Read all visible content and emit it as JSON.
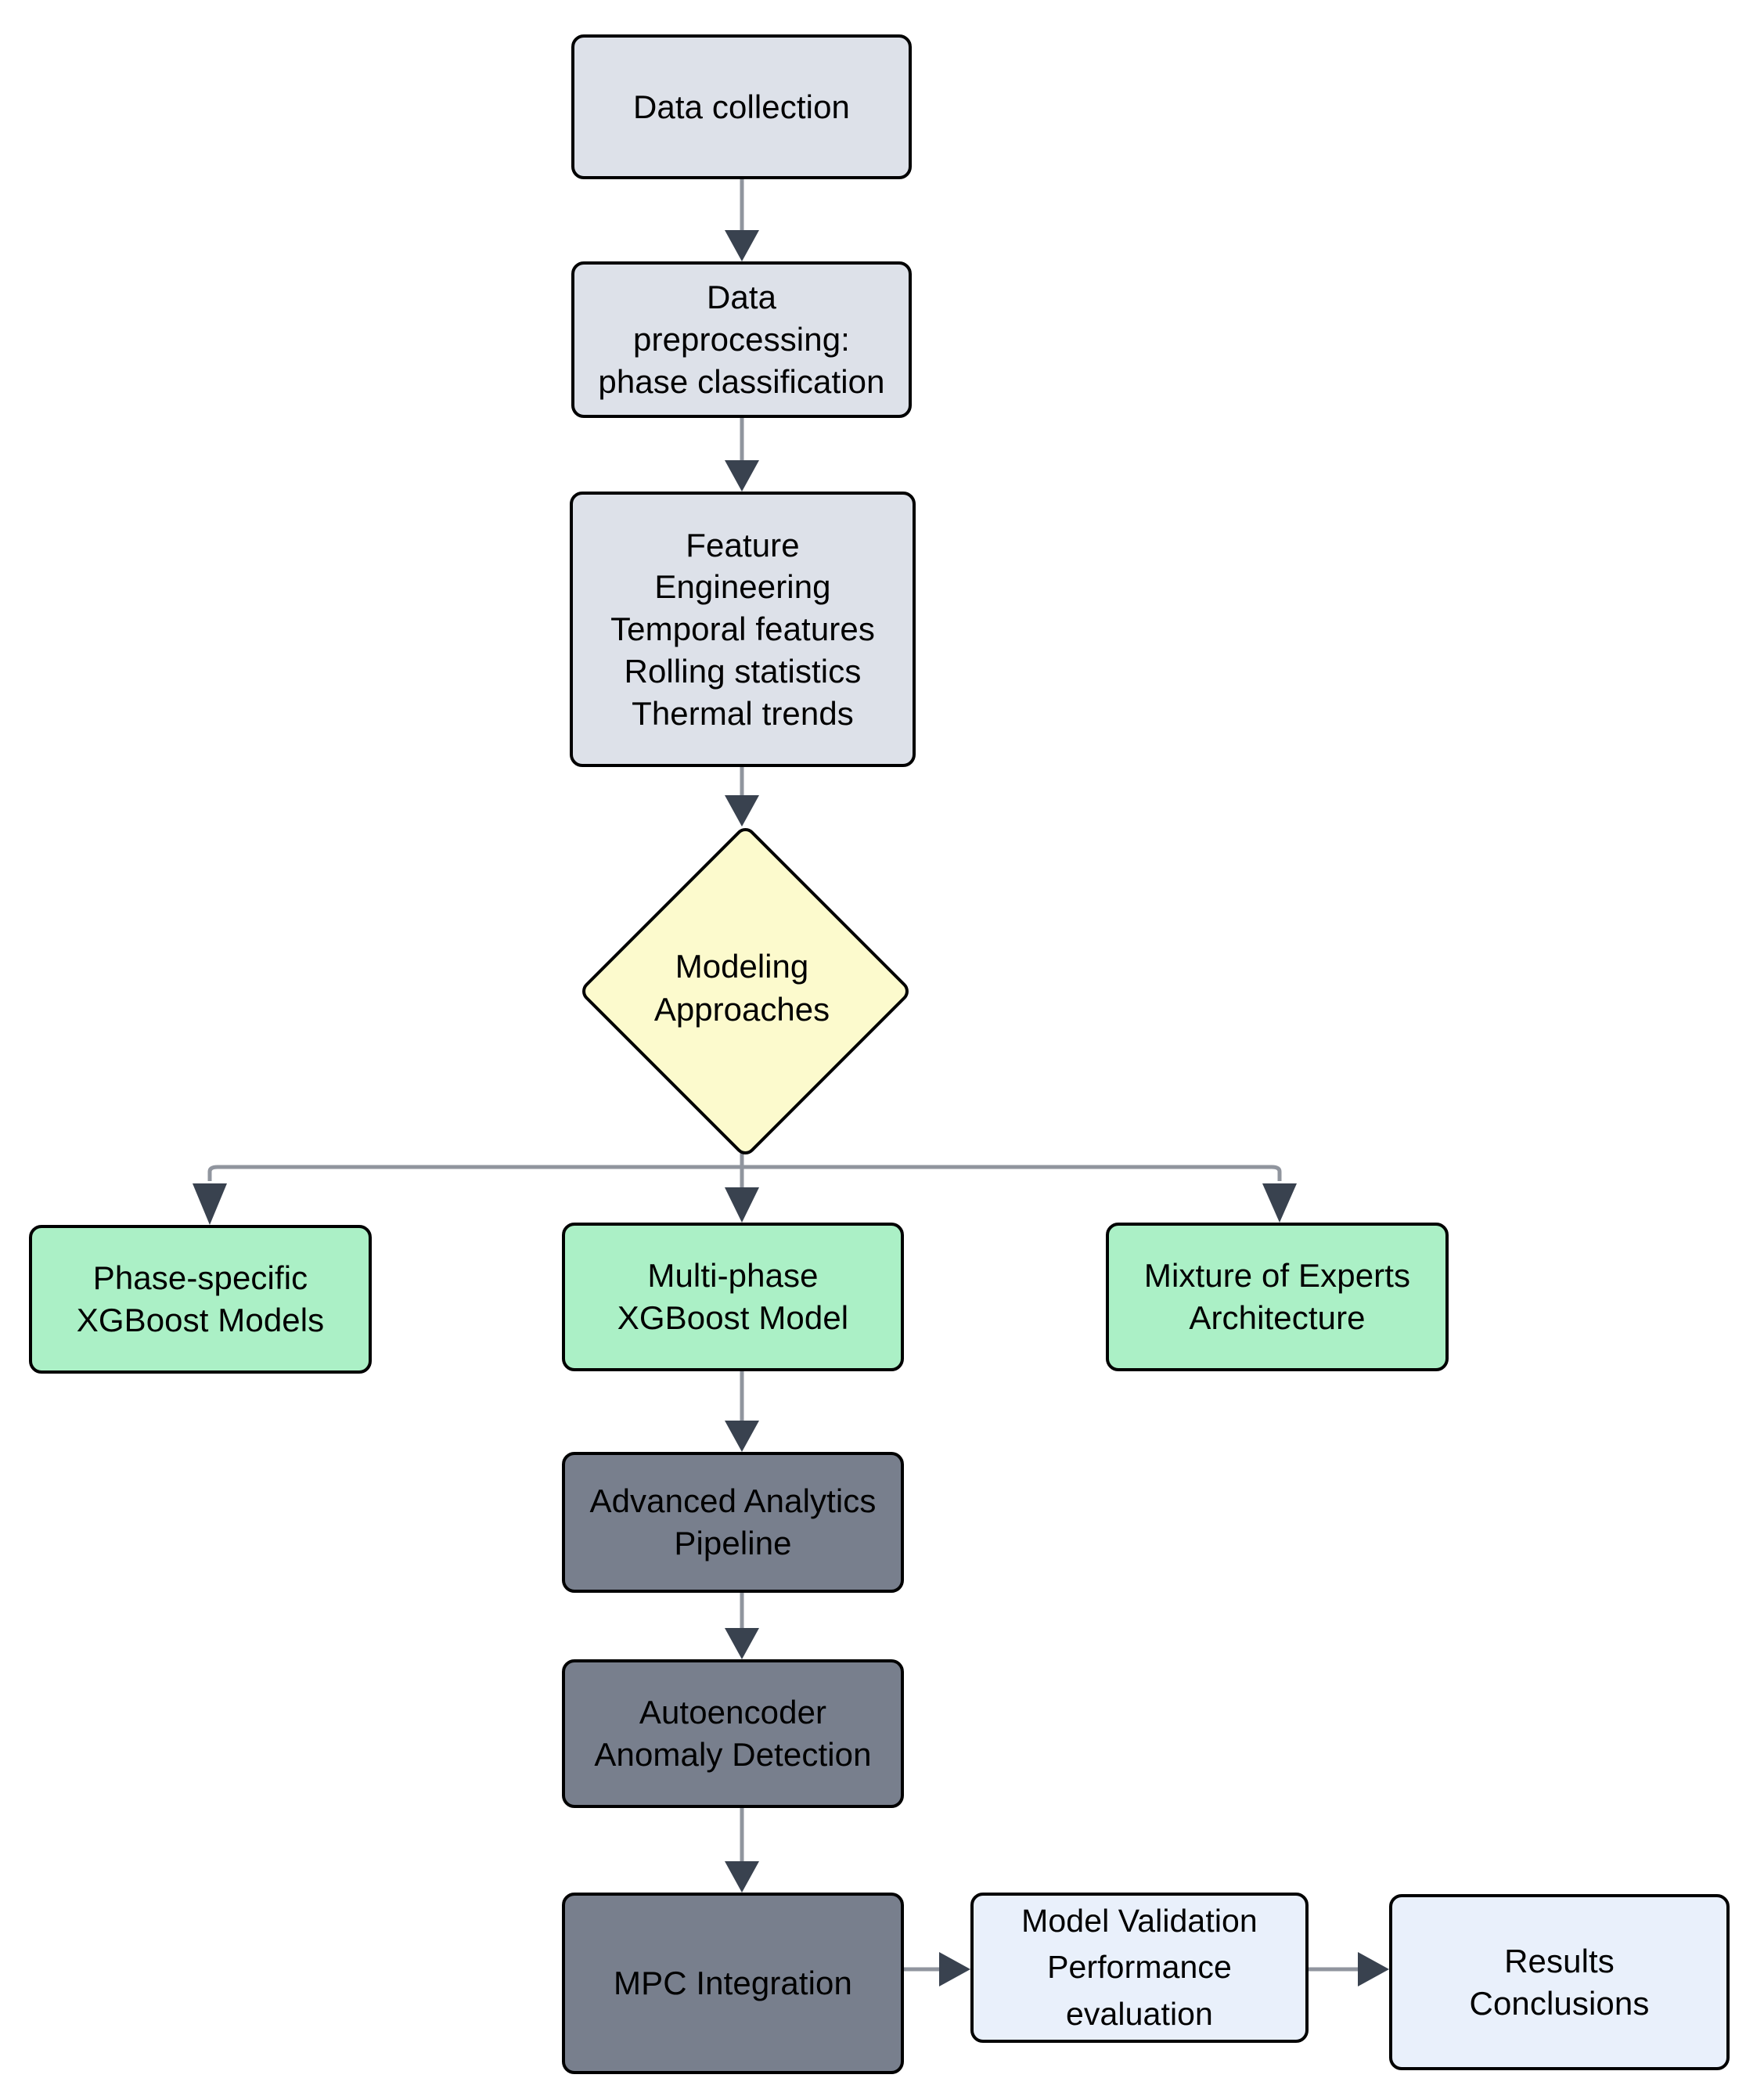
{
  "diagram": {
    "title": "Modeling pipeline flowchart",
    "colors": {
      "grayblue_fill": "#dde1e9",
      "green_fill": "#abf0c6",
      "darkgray_fill": "#787f8d",
      "lightblue_fill": "#e9f0fb",
      "yellow_fill": "#fcfacd",
      "node_border": "#000000",
      "edge_stroke": "#90959e",
      "arrow_fill": "#39424f",
      "background": "#ffffff"
    },
    "nodes": {
      "data_collection": {
        "label": "Data collection",
        "shape": "rounded-rect",
        "fill": "grayblue"
      },
      "data_preprocessing": {
        "label": "Data\npreprocessing:\nphase classification",
        "shape": "rounded-rect",
        "fill": "grayblue"
      },
      "feature_engineering": {
        "label": "Feature\nEngineering\nTemporal features\nRolling statistics\nThermal trends",
        "shape": "rounded-rect",
        "fill": "grayblue"
      },
      "modeling_approaches": {
        "label": "Modeling\nApproaches",
        "shape": "diamond",
        "fill": "yellow"
      },
      "phase_specific_xgboost": {
        "label": "Phase-specific\nXGBoost Models",
        "shape": "rounded-rect",
        "fill": "green"
      },
      "multi_phase_xgboost": {
        "label": "Multi-phase\nXGBoost Model",
        "shape": "rounded-rect",
        "fill": "green"
      },
      "mixture_of_experts": {
        "label": "Mixture of Experts\nArchitecture",
        "shape": "rounded-rect",
        "fill": "green"
      },
      "advanced_analytics": {
        "label": "Advanced Analytics\nPipeline",
        "shape": "rounded-rect",
        "fill": "darkgray"
      },
      "autoencoder": {
        "label": "Autoencoder\nAnomaly Detection",
        "shape": "rounded-rect",
        "fill": "darkgray"
      },
      "mpc_integration": {
        "label": "MPC Integration",
        "shape": "rounded-rect",
        "fill": "darkgray"
      },
      "model_validation": {
        "label": "Model Validation\nPerformance\nevaluation",
        "shape": "rounded-rect",
        "fill": "lightblue"
      },
      "results_conclusions": {
        "label": "Results\nConclusions",
        "shape": "rounded-rect",
        "fill": "lightblue"
      }
    },
    "edges": [
      {
        "from": "data_collection",
        "to": "data_preprocessing",
        "label": ""
      },
      {
        "from": "data_preprocessing",
        "to": "feature_engineering",
        "label": ""
      },
      {
        "from": "feature_engineering",
        "to": "modeling_approaches",
        "label": ""
      },
      {
        "from": "modeling_approaches",
        "to": "phase_specific_xgboost",
        "label": ""
      },
      {
        "from": "modeling_approaches",
        "to": "multi_phase_xgboost",
        "label": ""
      },
      {
        "from": "modeling_approaches",
        "to": "mixture_of_experts",
        "label": ""
      },
      {
        "from": "multi_phase_xgboost",
        "to": "advanced_analytics",
        "label": ""
      },
      {
        "from": "advanced_analytics",
        "to": "autoencoder",
        "label": ""
      },
      {
        "from": "autoencoder",
        "to": "mpc_integration",
        "label": ""
      },
      {
        "from": "mpc_integration",
        "to": "model_validation",
        "label": ""
      },
      {
        "from": "model_validation",
        "to": "results_conclusions",
        "label": ""
      }
    ]
  }
}
